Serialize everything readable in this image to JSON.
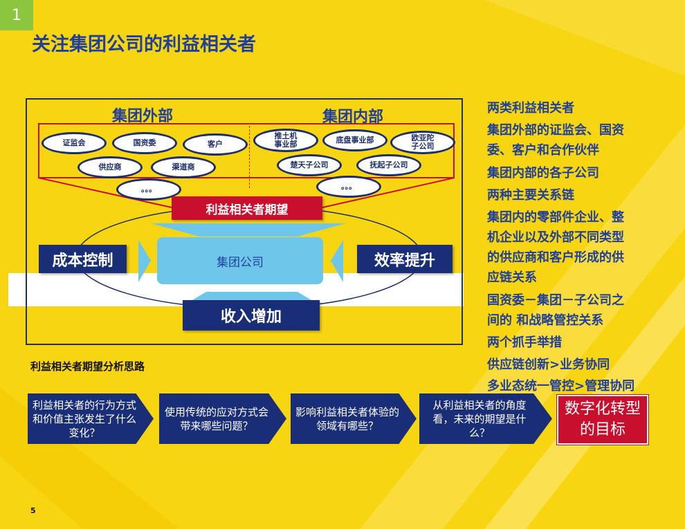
{
  "slide_number": "1",
  "title": "关注集团公司的利益相关者",
  "diagram": {
    "external_label": "集团外部",
    "internal_label": "集团内部",
    "external_entities": [
      "证监会",
      "国资委",
      "客户",
      "供应商",
      "渠道商",
      "。。。"
    ],
    "internal_entities": [
      "推土机\n事业部",
      "底盘事业部",
      "欧亚陀\n子公司",
      "楚天子公司",
      "抚起子公司",
      "。。。"
    ],
    "expectation_banner": "利益相关者期望",
    "center_box": "集团公司",
    "left_box": "成本控制",
    "right_box": "效率提升",
    "bottom_box": "收入增加"
  },
  "side_text": [
    "两类利益相关者",
    "集团外部的证监会、国资",
    "委、客户和合作伙伴",
    "集团内部的各子公司",
    "两种主要关系链",
    "集团内的零部件企业、整",
    "机企业以及外部不同类型",
    "的供应商和客户形成的供",
    "应链关系",
    "国资委－集团－子公司之",
    "间的  和战略管控关系",
    "两个抓手举措",
    "供应链创新>业务协同",
    "多业态统一管控>管理协同"
  ],
  "analysis_label": "利益相关者期望分析思路",
  "steps": [
    "利益相关者的行为方式和价值主张发生了什么变化？",
    "使用传统的应对方式会带来哪些问题？",
    "影响利益相关者体验的领域有哪些？",
    "从利益相关者的角度看，未来的期望是什么？"
  ],
  "goal": "数字化转型的目标",
  "page_number": "5",
  "colors": {
    "navy": "#1a2e78",
    "red": "#c8102e",
    "light_blue": "#6ec7ea",
    "yellow": "#f7d511",
    "green": "#8cc63f"
  }
}
